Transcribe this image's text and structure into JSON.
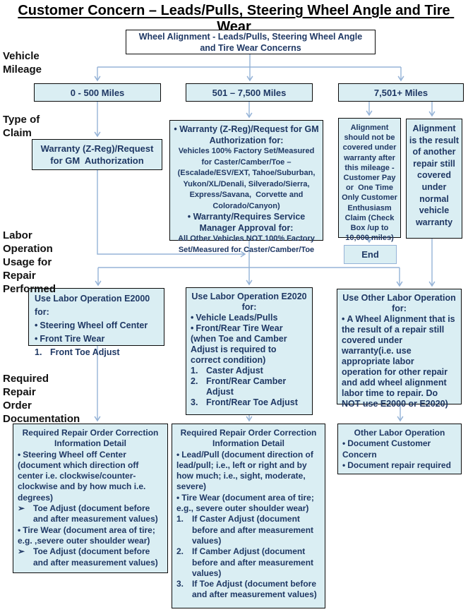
{
  "title": "Customer Concern – Leads/Pulls, Steering Wheel Angle and Tire Wear",
  "colors": {
    "box_fill": "#daeef3",
    "box_border": "#0a0a0a",
    "soft_border": "#95b3d7",
    "connector": "#95b3d7",
    "box_text": "#1f3864",
    "label_text": "#111111"
  },
  "top_box": {
    "text": "Wheel Alignment - Leads/Pulls, Steering Wheel Angle and Tire Wear Concerns"
  },
  "side_labels": {
    "mileage": "Vehicle\nMileage",
    "claim": "Type of\nClaim",
    "labor": "Labor\nOperation\nUsage for\nRepair\nPerformed",
    "documentation": "Required\nRepair\nOrder\nDocumentation"
  },
  "mileage": {
    "low": "0 - 500 Miles",
    "mid": "501 – 7,500 Miles",
    "high": "7,501+ Miles"
  },
  "claim": {
    "low": "Warranty (Z-Reg)/Request\nfor GM  Authorization",
    "mid": {
      "bullet1": "• Warranty (Z-Reg)/Request for GM Authorization for:",
      "body1": "Vehicles 100% Factory Set/Measured for Caster/Camber/Toe – (Escalade/ESV/EXT, Tahoe/Suburban, Yukon/XL/Denali, Silverado/Sierra, Express/Savana,  Corvette and Colorado/Canyon)",
      "bullet2": "• Warranty/Requires Service Manager Approval for:",
      "body2": "All Other Vehicles NOT 100% Factory Set/Measured for Caster/Camber/Toe"
    },
    "high_pay": "Alignment should not be covered under warranty after this mileage - Customer Pay or  One Time Only Customer Enthusiasm Claim (Check Box /up to 10,000 miles)",
    "high_warranty": "Alignment is the result of another repair still covered under normal vehicle warranty",
    "end": "End"
  },
  "labor": {
    "e2000": {
      "header": "Use Labor Operation E2000 for:",
      "items": [
        {
          "marker": "•",
          "text": "Steering Wheel off Center"
        },
        {
          "marker": "•",
          "text": "Front Tire Wear"
        },
        {
          "marker": "1.",
          "text": "Front Toe Adjust"
        }
      ]
    },
    "e2020": {
      "header": "Use Labor Operation E2020 for:",
      "items": [
        {
          "marker": "•",
          "text": "Vehicle Leads/Pulls"
        },
        {
          "marker": "•",
          "text": "Front/Rear Tire Wear"
        },
        {
          "marker": "",
          "text": "(when Toe and Camber Adjust is required to correct condition)"
        },
        {
          "marker": "1.",
          "text": "Caster Adjust"
        },
        {
          "marker": "2.",
          "text": "Front/Rear Camber Adjust"
        },
        {
          "marker": "3.",
          "text": "Front/Rear Toe Adjust"
        }
      ]
    },
    "other": {
      "header": "Use Other Labor Operation for:",
      "items": [
        {
          "marker": "•",
          "text": "A Wheel Alignment that is the result of a repair still covered under warranty(i.e. use appropriate labor operation for other repair and add wheel alignment labor time to repair. Do NOT use E2000 or E2020)"
        }
      ]
    }
  },
  "documentation": {
    "low": {
      "header": "Required Repair Order Correction Information Detail",
      "items": [
        {
          "marker": "•",
          "text": "Steering Wheel off Center (document which direction off center i.e. clockwise/counter-clockwise and by how much i.e. degrees)"
        },
        {
          "marker": "➢",
          "text": "Toe Adjust (document before and after measurement values)"
        },
        {
          "marker": "•",
          "text": "Tire Wear (document area of tire; e.g. ,severe outer shoulder wear)"
        },
        {
          "marker": "➢",
          "text": "Toe Adjust (document before and after measurement values)"
        }
      ]
    },
    "mid": {
      "header": "Required Repair Order Correction Information Detail",
      "items": [
        {
          "marker": "•",
          "text": "Lead/Pull (document direction of lead/pull; i.e., left or right and by how much; i.e., sight, moderate, severe)"
        },
        {
          "marker": "•",
          "text": "Tire Wear (document area of tire; e.g., severe outer shoulder wear)"
        },
        {
          "marker": "1.",
          "text": "If Caster Adjust (document before and after measurement values)"
        },
        {
          "marker": "2.",
          "text": "If Camber Adjust (document before and after measurement values)"
        },
        {
          "marker": "3.",
          "text": "If Toe Adjust (document before and after measurement values)"
        }
      ]
    },
    "high": {
      "header": "Other Labor Operation",
      "items": [
        {
          "marker": "•",
          "text": "Document Customer Concern"
        },
        {
          "marker": "•",
          "text": "Document repair required"
        }
      ]
    }
  }
}
